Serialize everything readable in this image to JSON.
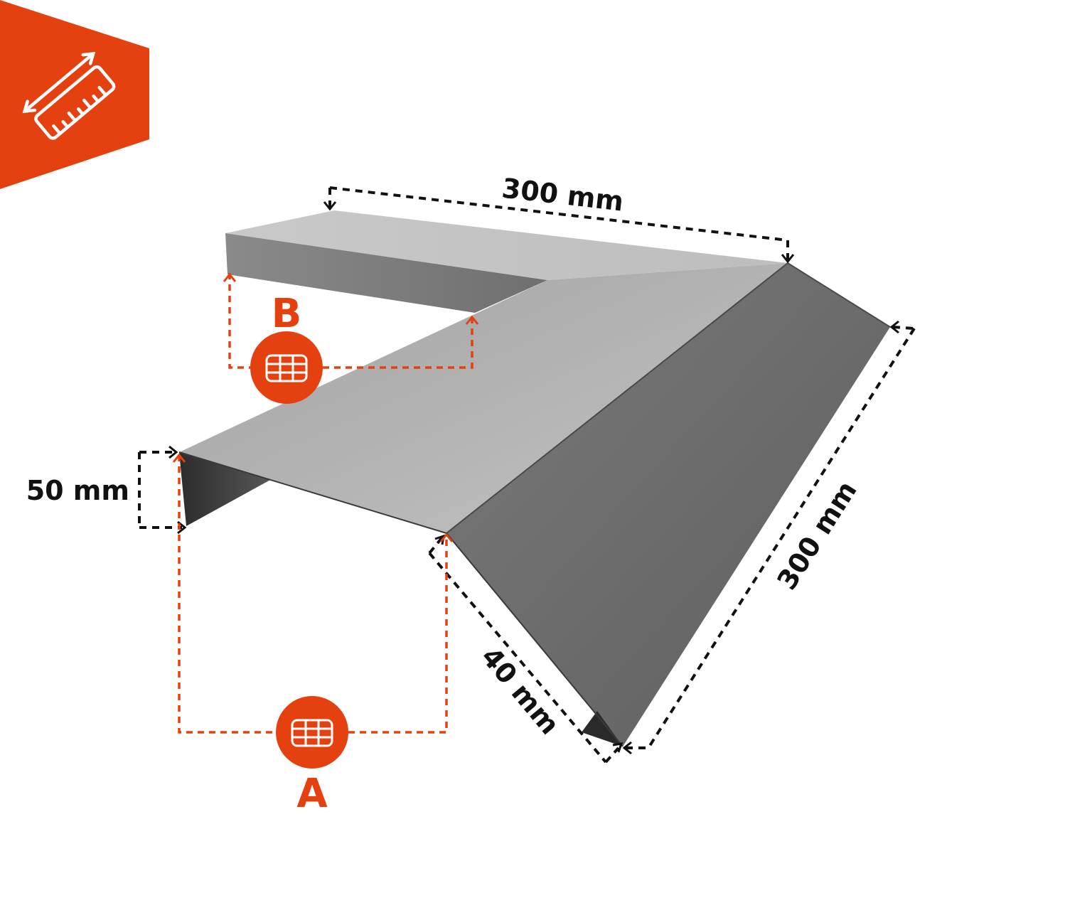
{
  "badge": {
    "icon": "ruler-measure-icon",
    "color": "#e5400f"
  },
  "dimensions": {
    "top_length": "300 mm",
    "side_length": "300 mm",
    "height": "50 mm",
    "flange": "40 mm"
  },
  "markers": {
    "a_label": "A",
    "b_label": "B",
    "icon": "grid-table-icon",
    "color": "#e5400f"
  }
}
